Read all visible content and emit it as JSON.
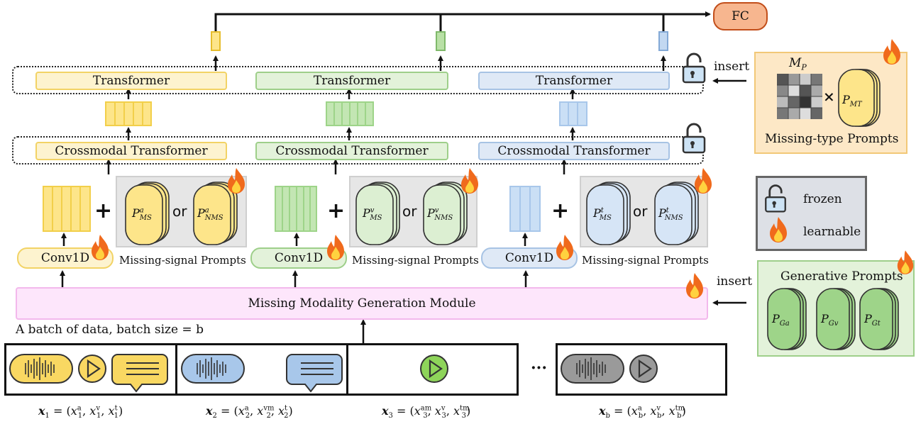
{
  "fc_label": "FC",
  "transformer_label": "Transformer",
  "crossmodal_label": "Crossmodal Transformer",
  "conv_label": "Conv1D",
  "or_label": "or",
  "missing_signal_label": "Missing-signal Prompts",
  "generation_module_label": "Missing Modality Generation Module",
  "batch_caption": "A batch of data, batch size = b",
  "insert_label": "insert",
  "ellipsis": "···",
  "prompts": {
    "ms": [
      "P",
      "MS"
    ],
    "nms": [
      "P",
      "NMS"
    ],
    "modalities": [
      "a",
      "v",
      "t"
    ]
  },
  "legend": {
    "frozen_label": "frozen",
    "learnable_label": "learnable"
  },
  "missing_type": {
    "title": "Missing-type Prompts",
    "matrix_label": "M",
    "matrix_sub": "P",
    "times": "×",
    "prompt_label": "P",
    "prompt_sub": "MT"
  },
  "generative": {
    "title": "Generative Prompts",
    "items": [
      {
        "label": "P",
        "sub": "Ga"
      },
      {
        "label": "P",
        "sub": "Gv"
      },
      {
        "label": "P",
        "sub": "Gt"
      }
    ]
  },
  "formulas": [
    {
      "name": "x",
      "idx": "1",
      "parts": [
        [
          "1",
          "a"
        ],
        [
          "1",
          "v"
        ],
        [
          "1",
          "t"
        ]
      ]
    },
    {
      "name": "x",
      "idx": "2",
      "parts": [
        [
          "2",
          "a"
        ],
        [
          "2",
          "vm"
        ],
        [
          "2",
          "t"
        ]
      ]
    },
    {
      "name": "x",
      "idx": "3",
      "parts": [
        [
          "3",
          "am"
        ],
        [
          "3",
          "v"
        ],
        [
          "3",
          "tm"
        ]
      ]
    },
    {
      "name": "x",
      "idx": "b",
      "parts": [
        [
          "b",
          "a"
        ],
        [
          "b",
          "v"
        ],
        [
          "b",
          "tm"
        ]
      ]
    }
  ],
  "colors": {
    "yellow": "#f9d862",
    "green": "#9ed489",
    "blue": "#a8c7ea",
    "gray": "#9a9a9a",
    "fc_fill": "#f7b68f",
    "fire": "#f06a1c"
  }
}
